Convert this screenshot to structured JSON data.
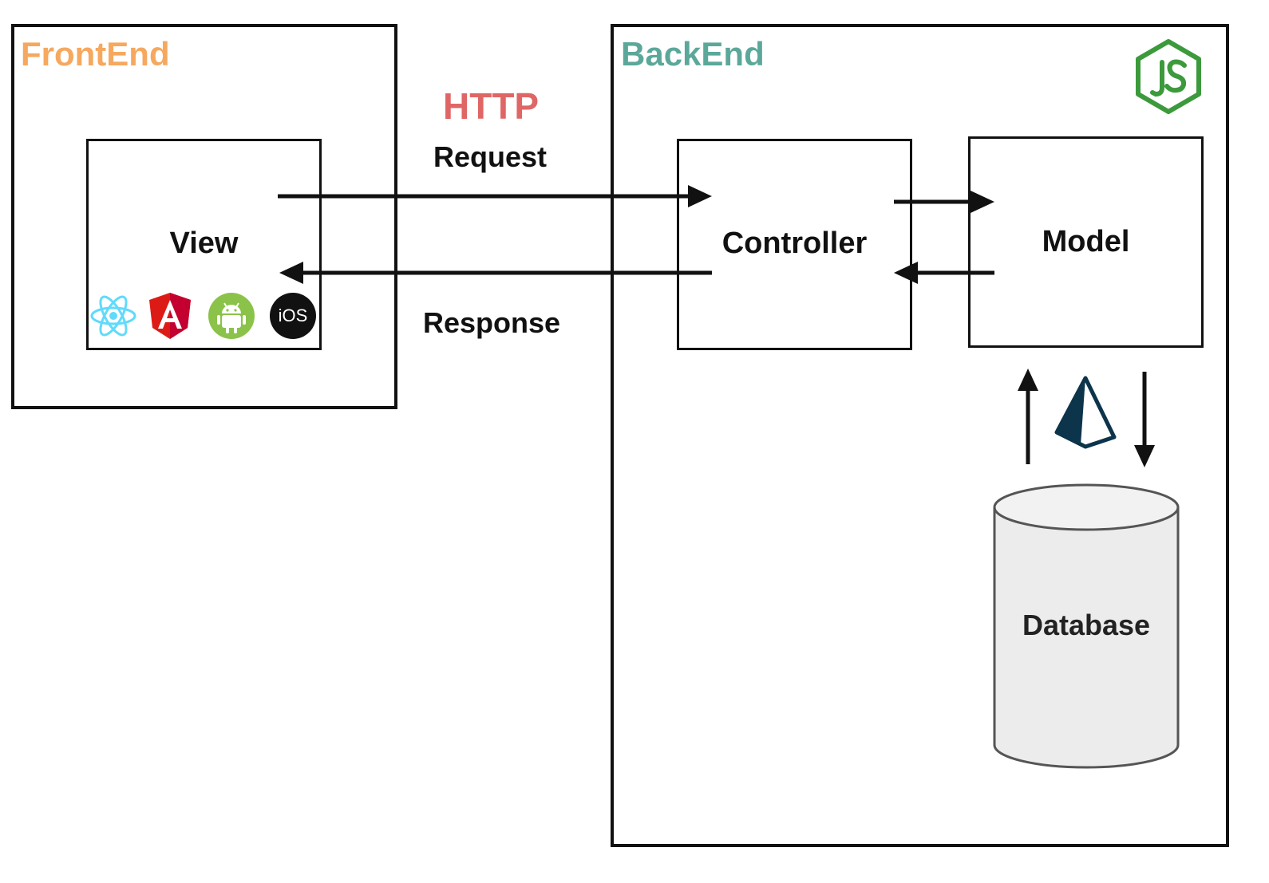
{
  "frontend": {
    "title": "FrontEnd",
    "color": "#f6a85f"
  },
  "backend": {
    "title": "BackEnd",
    "color": "#5ba89a"
  },
  "protocol": {
    "label": "HTTP",
    "color": "#e06666"
  },
  "flows": {
    "request": "Request",
    "response": "Response"
  },
  "components": {
    "view": "View",
    "controller": "Controller",
    "model": "Model",
    "database": "Database"
  },
  "view_icons": {
    "react": {
      "name": "react-icon",
      "color": "#61dafb"
    },
    "angular": {
      "name": "angular-icon",
      "color": "#dd1b16"
    },
    "android": {
      "name": "android-icon",
      "color": "#8bc34a"
    },
    "ios": {
      "name": "ios-icon",
      "label": "iOS",
      "color": "#111111"
    }
  },
  "backend_icons": {
    "nodejs": {
      "name": "nodejs-icon",
      "color": "#3c9a3c"
    },
    "prisma": {
      "name": "prisma-icon",
      "color": "#0c344b"
    }
  }
}
